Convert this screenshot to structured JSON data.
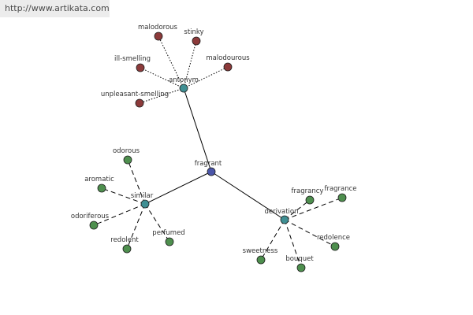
{
  "watermark": "http://www.artikata.com",
  "colors": {
    "center": "#4a55a8",
    "relation": "#3f8f93",
    "antonym_leaf": "#8c3a3a",
    "synonym_leaf": "#4e8f4e"
  },
  "center": {
    "id": "fragrant",
    "label": "fragrant"
  },
  "relations": [
    {
      "id": "antonym",
      "label": "antonym",
      "edge_style": "dotted",
      "leaves": [
        {
          "id": "malodorous",
          "label": "malodorous"
        },
        {
          "id": "stinky",
          "label": "stinky"
        },
        {
          "id": "ill-smelling",
          "label": "ill-smelling"
        },
        {
          "id": "malodourous",
          "label": "malodourous"
        },
        {
          "id": "unpleasant-smelling",
          "label": "unpleasant-smelling"
        }
      ]
    },
    {
      "id": "similar",
      "label": "similar",
      "edge_style": "dashed",
      "leaves": [
        {
          "id": "odorous",
          "label": "odorous"
        },
        {
          "id": "aromatic",
          "label": "aromatic"
        },
        {
          "id": "odoriferous",
          "label": "odoriferous"
        },
        {
          "id": "redolent",
          "label": "redolent"
        },
        {
          "id": "perfumed",
          "label": "perfumed"
        }
      ]
    },
    {
      "id": "derivation",
      "label": "derivation",
      "edge_style": "dashed",
      "leaves": [
        {
          "id": "fragrancy",
          "label": "fragrancy"
        },
        {
          "id": "fragrance",
          "label": "fragrance"
        },
        {
          "id": "redolence",
          "label": "redolence"
        },
        {
          "id": "sweetness",
          "label": "sweetness"
        },
        {
          "id": "bouquet",
          "label": "bouquet"
        }
      ]
    }
  ]
}
